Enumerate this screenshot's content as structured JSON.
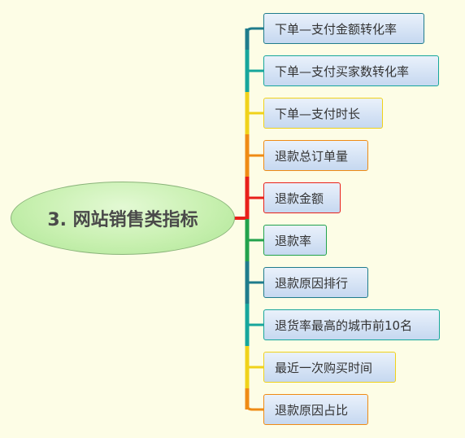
{
  "central": {
    "label": "3. 网站销售类指标"
  },
  "topics": [
    {
      "label": "下单—支付金额转化率",
      "color": "#1f7c8c"
    },
    {
      "label": "下单—支付买家数转化率",
      "color": "#17a69c"
    },
    {
      "label": "下单—支付时长",
      "color": "#f0d21a"
    },
    {
      "label": "退款总订单量",
      "color": "#ef8b14"
    },
    {
      "label": "退款金额",
      "color": "#e8201a"
    },
    {
      "label": "退款率",
      "color": "#22a24c"
    },
    {
      "label": "退款原因排行",
      "color": "#1f7c8c"
    },
    {
      "label": "退货率最高的城市前10名",
      "color": "#17a69c"
    },
    {
      "label": "最近一次购买时间",
      "color": "#f0d21a"
    },
    {
      "label": "退款原因占比",
      "color": "#ef8b14"
    }
  ]
}
